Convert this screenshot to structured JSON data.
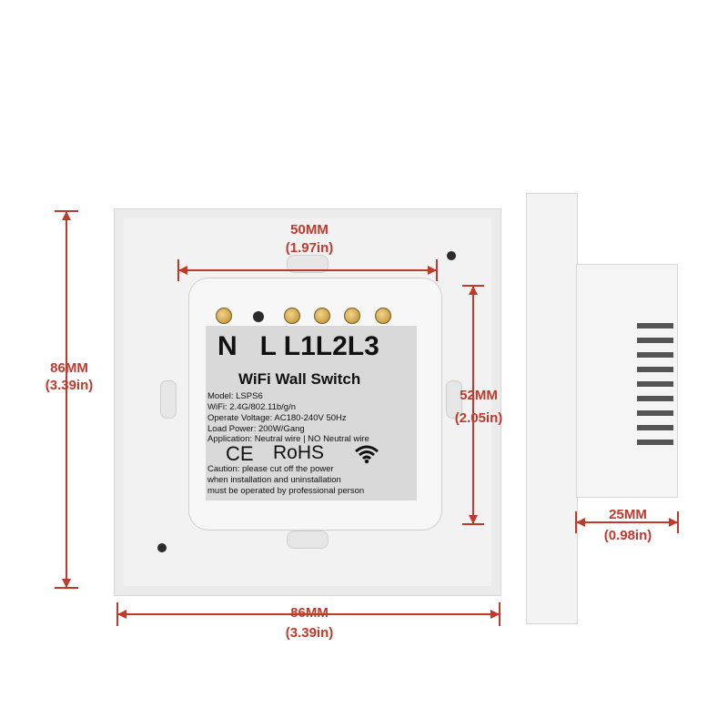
{
  "dimensions": {
    "width_top": {
      "mm": "50MM",
      "in": "(1.97in)"
    },
    "height_left": {
      "mm": "86MM",
      "in": "(3.39in)"
    },
    "height_module": {
      "mm": "52MM",
      "in": "(2.05in)"
    },
    "width_bottom": {
      "mm": "86MM",
      "in": "(3.39in)"
    },
    "depth": {
      "mm": "25MM",
      "in": "(0.98in)"
    }
  },
  "label": {
    "terminals": "N   L L1L2L3",
    "title": "WiFi Wall Switch",
    "specs": [
      "Model: LSPS6",
      "WiFi:  2.4G/802.11b/g/n",
      "Operate Voltage:  AC180-240V 50Hz",
      "Load Power:  200W/Gang",
      "Application:  Neutral wire | NO Neutral wire"
    ],
    "cert_ce": "CE",
    "cert_rohs": "RoHS",
    "caution": [
      "Caution:  please cut off the power",
      "when installation and uninstallation",
      "must be operated by professional person"
    ]
  },
  "colors": {
    "dimension": "#c0392b",
    "label_bg": "#d9d9d9"
  },
  "icons": [
    "wifi-icon"
  ]
}
